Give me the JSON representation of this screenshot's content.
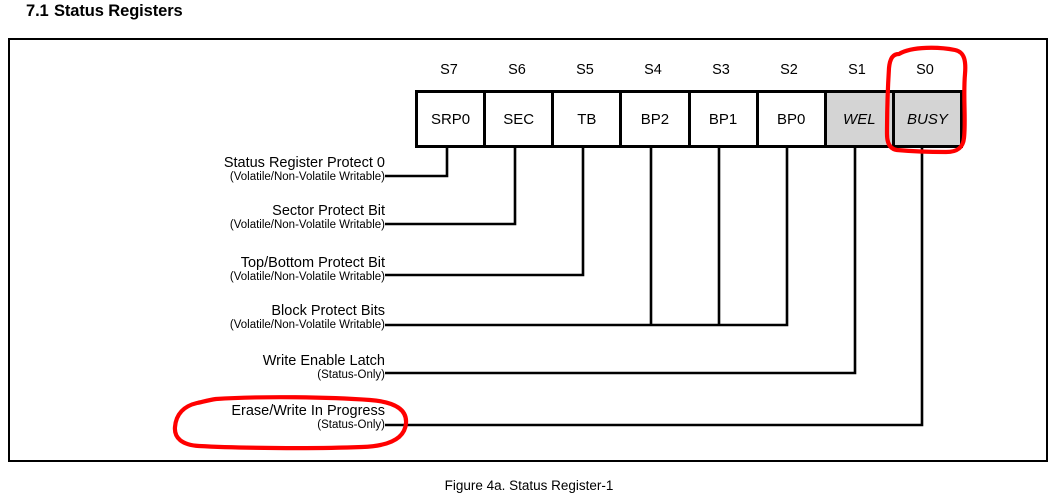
{
  "heading": {
    "number": "7.1",
    "text": "Status Registers"
  },
  "figure": {
    "caption": "Figure 4a. Status Register-1",
    "bit_indices": [
      "S7",
      "S6",
      "S5",
      "S4",
      "S3",
      "S2",
      "S1",
      "S0"
    ],
    "cells": [
      {
        "label": "SRP0",
        "shaded": false,
        "italic": false
      },
      {
        "label": "SEC",
        "shaded": false,
        "italic": false
      },
      {
        "label": "TB",
        "shaded": false,
        "italic": false
      },
      {
        "label": "BP2",
        "shaded": false,
        "italic": false
      },
      {
        "label": "BP1",
        "shaded": false,
        "italic": false
      },
      {
        "label": "BP0",
        "shaded": false,
        "italic": false
      },
      {
        "label": "WEL",
        "shaded": true,
        "italic": true
      },
      {
        "label": "BUSY",
        "shaded": true,
        "italic": true
      }
    ],
    "descriptions": [
      {
        "main": "Status Register Protect 0",
        "sub": "(Volatile/Non-Volatile Writable)"
      },
      {
        "main": "Sector Protect Bit",
        "sub": "(Volatile/Non-Volatile Writable)"
      },
      {
        "main": "Top/Bottom Protect Bit",
        "sub": "(Volatile/Non-Volatile Writable)"
      },
      {
        "main": "Block Protect Bits",
        "sub": "(Volatile/Non-Volatile Writable)"
      },
      {
        "main": "Write Enable Latch",
        "sub": "(Status-Only)"
      },
      {
        "main": "Erase/Write In Progress",
        "sub": "(Status-Only)"
      }
    ],
    "annotations": [
      {
        "name": "circle-s0-busy",
        "color": "#ff0000"
      },
      {
        "name": "circle-erase-write-label",
        "color": "#ff0000"
      }
    ]
  },
  "colors": {
    "shaded_cell": "#d4d4d4",
    "line": "#000000",
    "annotation": "#ff0000",
    "background": "#ffffff"
  }
}
